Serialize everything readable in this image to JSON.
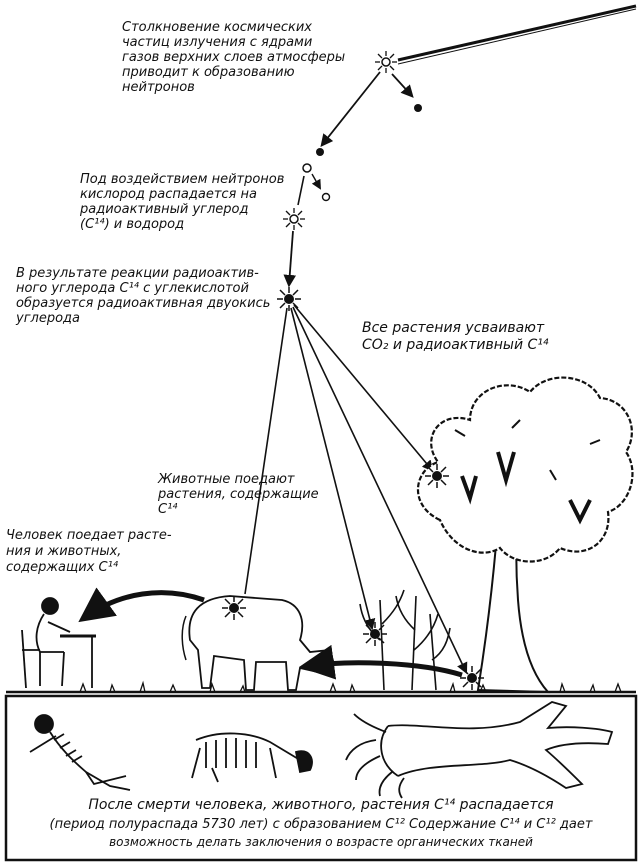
{
  "captions": {
    "collision": [
      "Столкновение космических",
      "частиц излучения с ядрами",
      "газов верхних слоев атмосферы",
      "приводит к образованию",
      "нейтронов"
    ],
    "nitrogen": [
      "Под воздействием нейтронов",
      "кислород распадается на",
      "радиоактивный углерод",
      "(С¹⁴) и водород"
    ],
    "reaction": [
      "В результате реакции радиоактив-",
      "ного углерода С¹⁴ с углекислотой",
      "образуется радиоактивная двуокись",
      "углерода"
    ],
    "plants": [
      "Все растения усваивают",
      "CO₂ и радиоактивный С¹⁴"
    ],
    "animals": [
      "Животные поедают",
      "растения, содержащие",
      "С¹⁴"
    ],
    "human": [
      "Человек поедает расте-",
      "ния и животных,",
      "содержащих С¹⁴"
    ],
    "bottom": [
      "После смерти человека, животного, растения С¹⁴ распадается",
      "(период полураспада 5730 лет) с образованием С¹² Содержание С¹⁴ и С¹² дает",
      "возможность делать заключения о возрасте органических тканей"
    ]
  },
  "colors": {
    "ink": "#111111",
    "paper": "#ffffff"
  }
}
